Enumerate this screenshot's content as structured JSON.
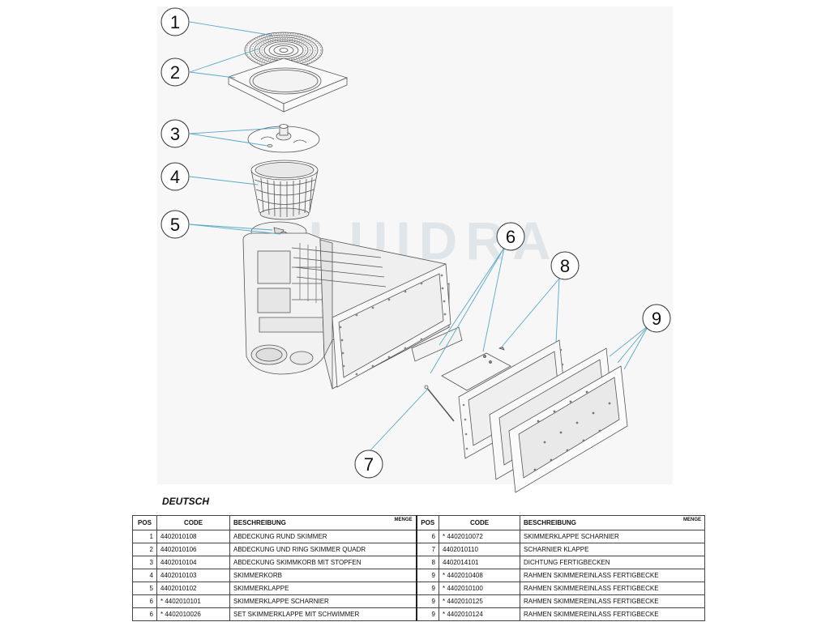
{
  "watermark": "FLUIDRA",
  "callouts": [
    {
      "number": "1"
    },
    {
      "number": "2"
    },
    {
      "number": "3"
    },
    {
      "number": "4"
    },
    {
      "number": "5"
    },
    {
      "number": "6"
    },
    {
      "number": "7"
    },
    {
      "number": "8"
    },
    {
      "number": "9"
    }
  ],
  "section_heading": "DEUTSCH",
  "table": {
    "headers": {
      "pos": "POS",
      "code": "CODE",
      "description": "BESCHREIBUNG",
      "quantity": "MENGE"
    },
    "left_rows": [
      {
        "pos": "1",
        "code": "4402010108",
        "description": "ABDECKUNG RUND SKIMMER"
      },
      {
        "pos": "2",
        "code": "4402010106",
        "description": "ABDECKUNG UND RING SKIMMER QUADR"
      },
      {
        "pos": "3",
        "code": "4402010104",
        "description": "ABDECKUNG SKIMMKORB MIT STOPFEN"
      },
      {
        "pos": "4",
        "code": "4402010103",
        "description": "SKIMMERKORB"
      },
      {
        "pos": "5",
        "code": "4402010102",
        "description": "SKIMMERKLAPPE"
      },
      {
        "pos": "6",
        "code": "* 4402010101",
        "description": "SKIMMERKLAPPE SCHARNIER"
      },
      {
        "pos": "6",
        "code": "* 4402010026",
        "description": "SET SKIMMERKLAPPE MIT SCHWIMMER"
      }
    ],
    "right_rows": [
      {
        "pos": "6",
        "code": "* 4402010072",
        "description": "SKIMMERKLAPPE SCHARNIER"
      },
      {
        "pos": "7",
        "code": "4402010110",
        "description": "SCHARNIER KLAPPE"
      },
      {
        "pos": "8",
        "code": "4402014101",
        "description": "DICHTUNG FERTIGBECKEN"
      },
      {
        "pos": "9",
        "code": "* 4402010408",
        "description": "RAHMEN SKIMMEREINLASS FERTIGBECKE"
      },
      {
        "pos": "9",
        "code": "* 4402010100",
        "description": "RAHMEN SKIMMEREINLASS FERTIGBECKE"
      },
      {
        "pos": "9",
        "code": "* 4402010125",
        "description": "RAHMEN SKIMMEREINLASS FERTIGBECKE"
      },
      {
        "pos": "9",
        "code": "* 4402010124",
        "description": "RAHMEN SKIMMEREINLASS FERTIGBECKE"
      }
    ]
  },
  "colors": {
    "leader_lines": "#5aa9c8",
    "drawing_lines": "#555555",
    "background": "#f7f7f7"
  }
}
